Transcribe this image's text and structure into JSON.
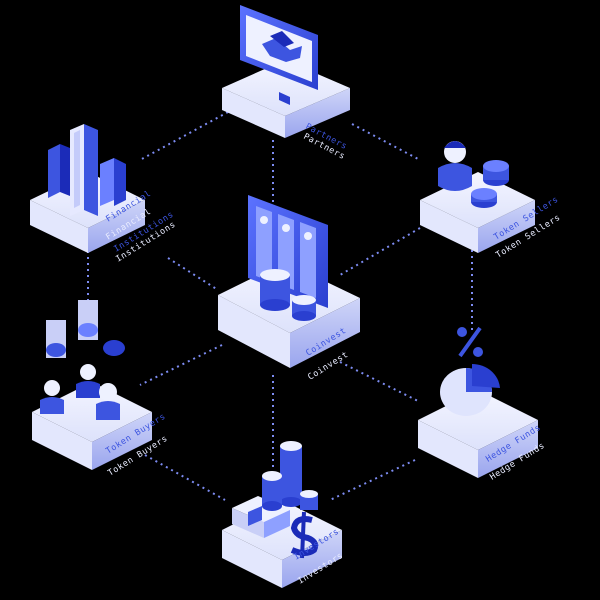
{
  "nodes": {
    "partners": {
      "label": "Partners"
    },
    "financial_institutions": {
      "label_line1": "Financial",
      "label_line2": "Institutions"
    },
    "token_sellers": {
      "label": "Token Sellers"
    },
    "coinvest": {
      "label": "Coinvest"
    },
    "token_buyers": {
      "label": "Token Buyers"
    },
    "hedge_funds": {
      "label": "Hedge Funds"
    },
    "investors": {
      "label": "Investors"
    }
  },
  "colors": {
    "background": "#000000",
    "platform_top": "#eef0ff",
    "platform_side": "#c9cff7",
    "accent_blue": "#3d55e0",
    "dark_blue": "#1b2bb8",
    "connector": "#7d8cf2"
  }
}
